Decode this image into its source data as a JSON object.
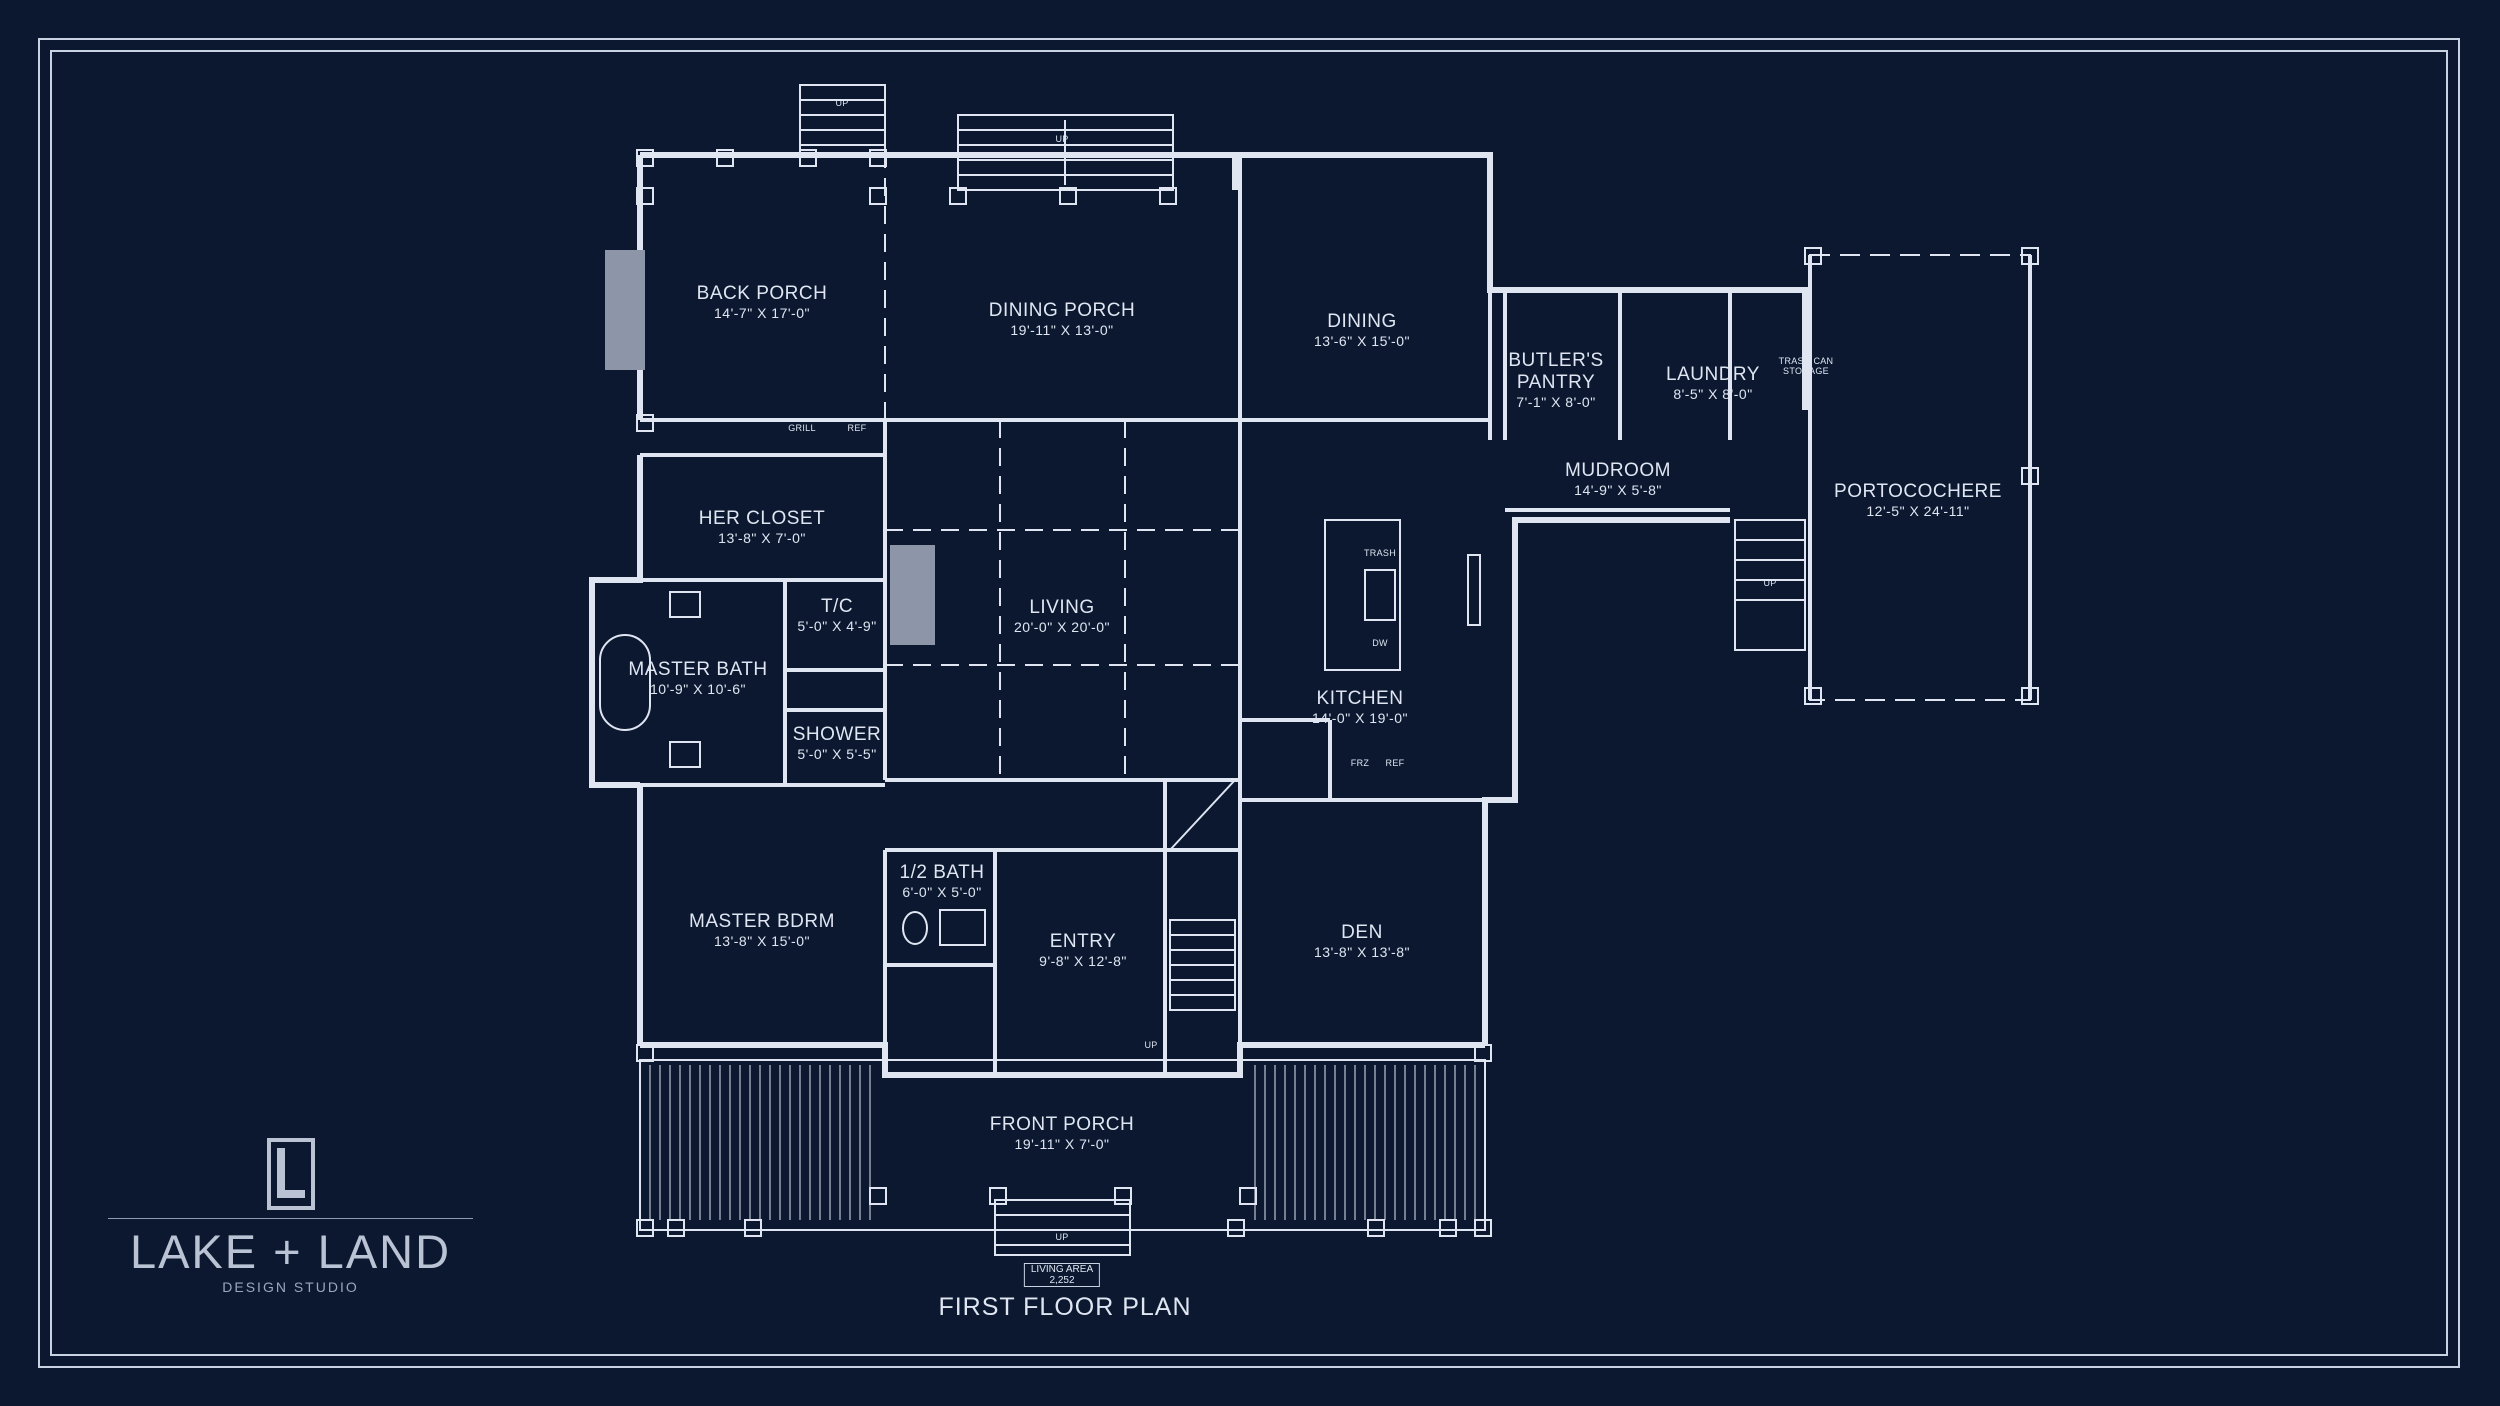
{
  "rooms": {
    "back_porch": {
      "name": "BACK PORCH",
      "dim": "14'-7\" X 17'-0\""
    },
    "dining_porch": {
      "name": "DINING PORCH",
      "dim": "19'-11\" X 13'-0\""
    },
    "dining": {
      "name": "DINING",
      "dim": "13'-6\" X 15'-0\""
    },
    "butlers_pantry": {
      "name": "BUTLER'S\nPANTRY",
      "name_line1": "BUTLER'S",
      "name_line2": "PANTRY",
      "dim": "7'-1\" X 8'-0\""
    },
    "laundry": {
      "name": "LAUNDRY",
      "dim": "8'-5\" X 8'-0\""
    },
    "mudroom": {
      "name": "MUDROOM",
      "dim": "14'-9\" X 5'-8\""
    },
    "portocochere": {
      "name": "PORTOCOCHERE",
      "dim": "12'-5\" X 24'-11\""
    },
    "her_closet": {
      "name": "HER CLOSET",
      "dim": "13'-8\" X 7'-0\""
    },
    "tc": {
      "name": "T/C",
      "dim": "5'-0\" X 4'-9\""
    },
    "master_bath": {
      "name": "MASTER BATH",
      "dim": "10'-9\" X 10'-6\""
    },
    "shower": {
      "name": "SHOWER",
      "dim": "5'-0\" X 5'-5\""
    },
    "living": {
      "name": "LIVING",
      "dim": "20'-0\" X 20'-0\""
    },
    "kitchen": {
      "name": "KITCHEN",
      "dim": "14'-0\" X 19'-0\""
    },
    "master_bdrm": {
      "name": "MASTER BDRM",
      "dim": "13'-8\" X 15'-0\""
    },
    "half_bath": {
      "name": "1/2 BATH",
      "dim": "6'-0\" X 5'-0\""
    },
    "entry": {
      "name": "ENTRY",
      "dim": "9'-8\" X 12'-8\""
    },
    "den": {
      "name": "DEN",
      "dim": "13'-8\" X 13'-8\""
    },
    "front_porch": {
      "name": "FRONT PORCH",
      "dim": "19'-11\" X 7'-0\""
    }
  },
  "fixtures": {
    "up": "UP",
    "trash": "TRASH",
    "dw": "DW",
    "frz": "FRZ",
    "ref": "REF",
    "grill": "GRILL",
    "trash_can_storage_line1": "TRASH CAN",
    "trash_can_storage_line2": "STORAGE"
  },
  "living_area": {
    "label": "LIVING AREA",
    "value": "2,252"
  },
  "plan_title": "FIRST FLOOR PLAN",
  "brand": {
    "name": "LAKE + LAND",
    "sub": "DESIGN STUDIO"
  },
  "colors": {
    "background": "#0b1830",
    "lines": "#dfe6f2",
    "brand": "#b9c3d4"
  }
}
